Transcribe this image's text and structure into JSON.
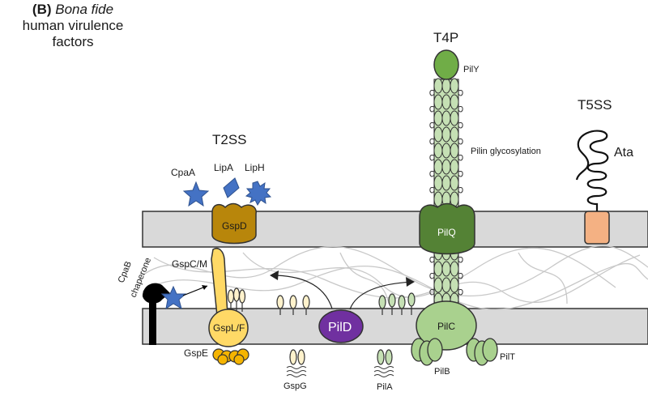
{
  "panel": {
    "label": "(B)",
    "title_italic": "Bona fide",
    "title_line2": "human virulence",
    "title_line3": "factors"
  },
  "systems": {
    "t2ss": "T2SS",
    "t4p": "T4P",
    "t5ss": "T5SS"
  },
  "t2ss": {
    "effectors": [
      "CpaA",
      "LipA",
      "LipH"
    ],
    "gspd": "GspD",
    "gspcm": "GspC/M",
    "gsplf": "GspL/F",
    "gspe": "GspE",
    "gspg": "GspG",
    "chaperone_line1": "CpaB",
    "chaperone_line2": "chaperone"
  },
  "t4p": {
    "pily": "PilY",
    "glycosylation": "Pilin glycosylation",
    "pilq": "PilQ",
    "pilc": "PilC",
    "pilb": "PilB",
    "pilt": "PilT",
    "pila": "PilA",
    "pild": "PilD"
  },
  "t5ss": {
    "ata": "Ata"
  },
  "colors": {
    "membrane": "#d9d9d9",
    "gspd": "#b8860b",
    "gsp_yellow": "#ffd966",
    "gspe": "#f5b400",
    "effector_blue": "#4472c4",
    "pil_dark": "#548235",
    "pil_light": "#a9d18e",
    "pil_pale": "#c5e0b4",
    "pild": "#7030a0",
    "ata_anchor": "#f4b183"
  }
}
